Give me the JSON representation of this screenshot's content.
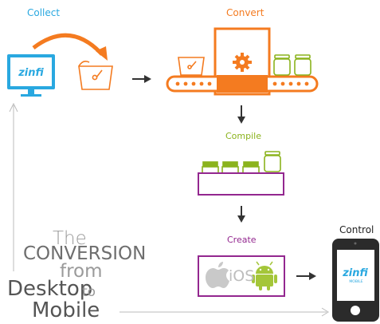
{
  "labels": {
    "collect": "Collect",
    "convert": "Convert",
    "compile": "Compile",
    "create": "Create",
    "control": "Control"
  },
  "title_lines": {
    "line1": "The",
    "line2": "CONVERSION",
    "line3": "from",
    "line4": "Desktop",
    "line5": "to",
    "line6": "Mobile"
  },
  "brand": {
    "monitor_logo": "zinfi",
    "phone_logo": "zinfi",
    "phone_sub": "MOBILE"
  },
  "platforms": {
    "ios_label": "iOS"
  },
  "colors": {
    "collect": "#29a8e0",
    "convert": "#f47b20",
    "compile": "#8bb31d",
    "create": "#93278f",
    "arrow": "#333333",
    "line": "#bbbbbb",
    "phone": "#2b2b2b",
    "apple": "#c9c9c9",
    "android": "#a4c639"
  }
}
